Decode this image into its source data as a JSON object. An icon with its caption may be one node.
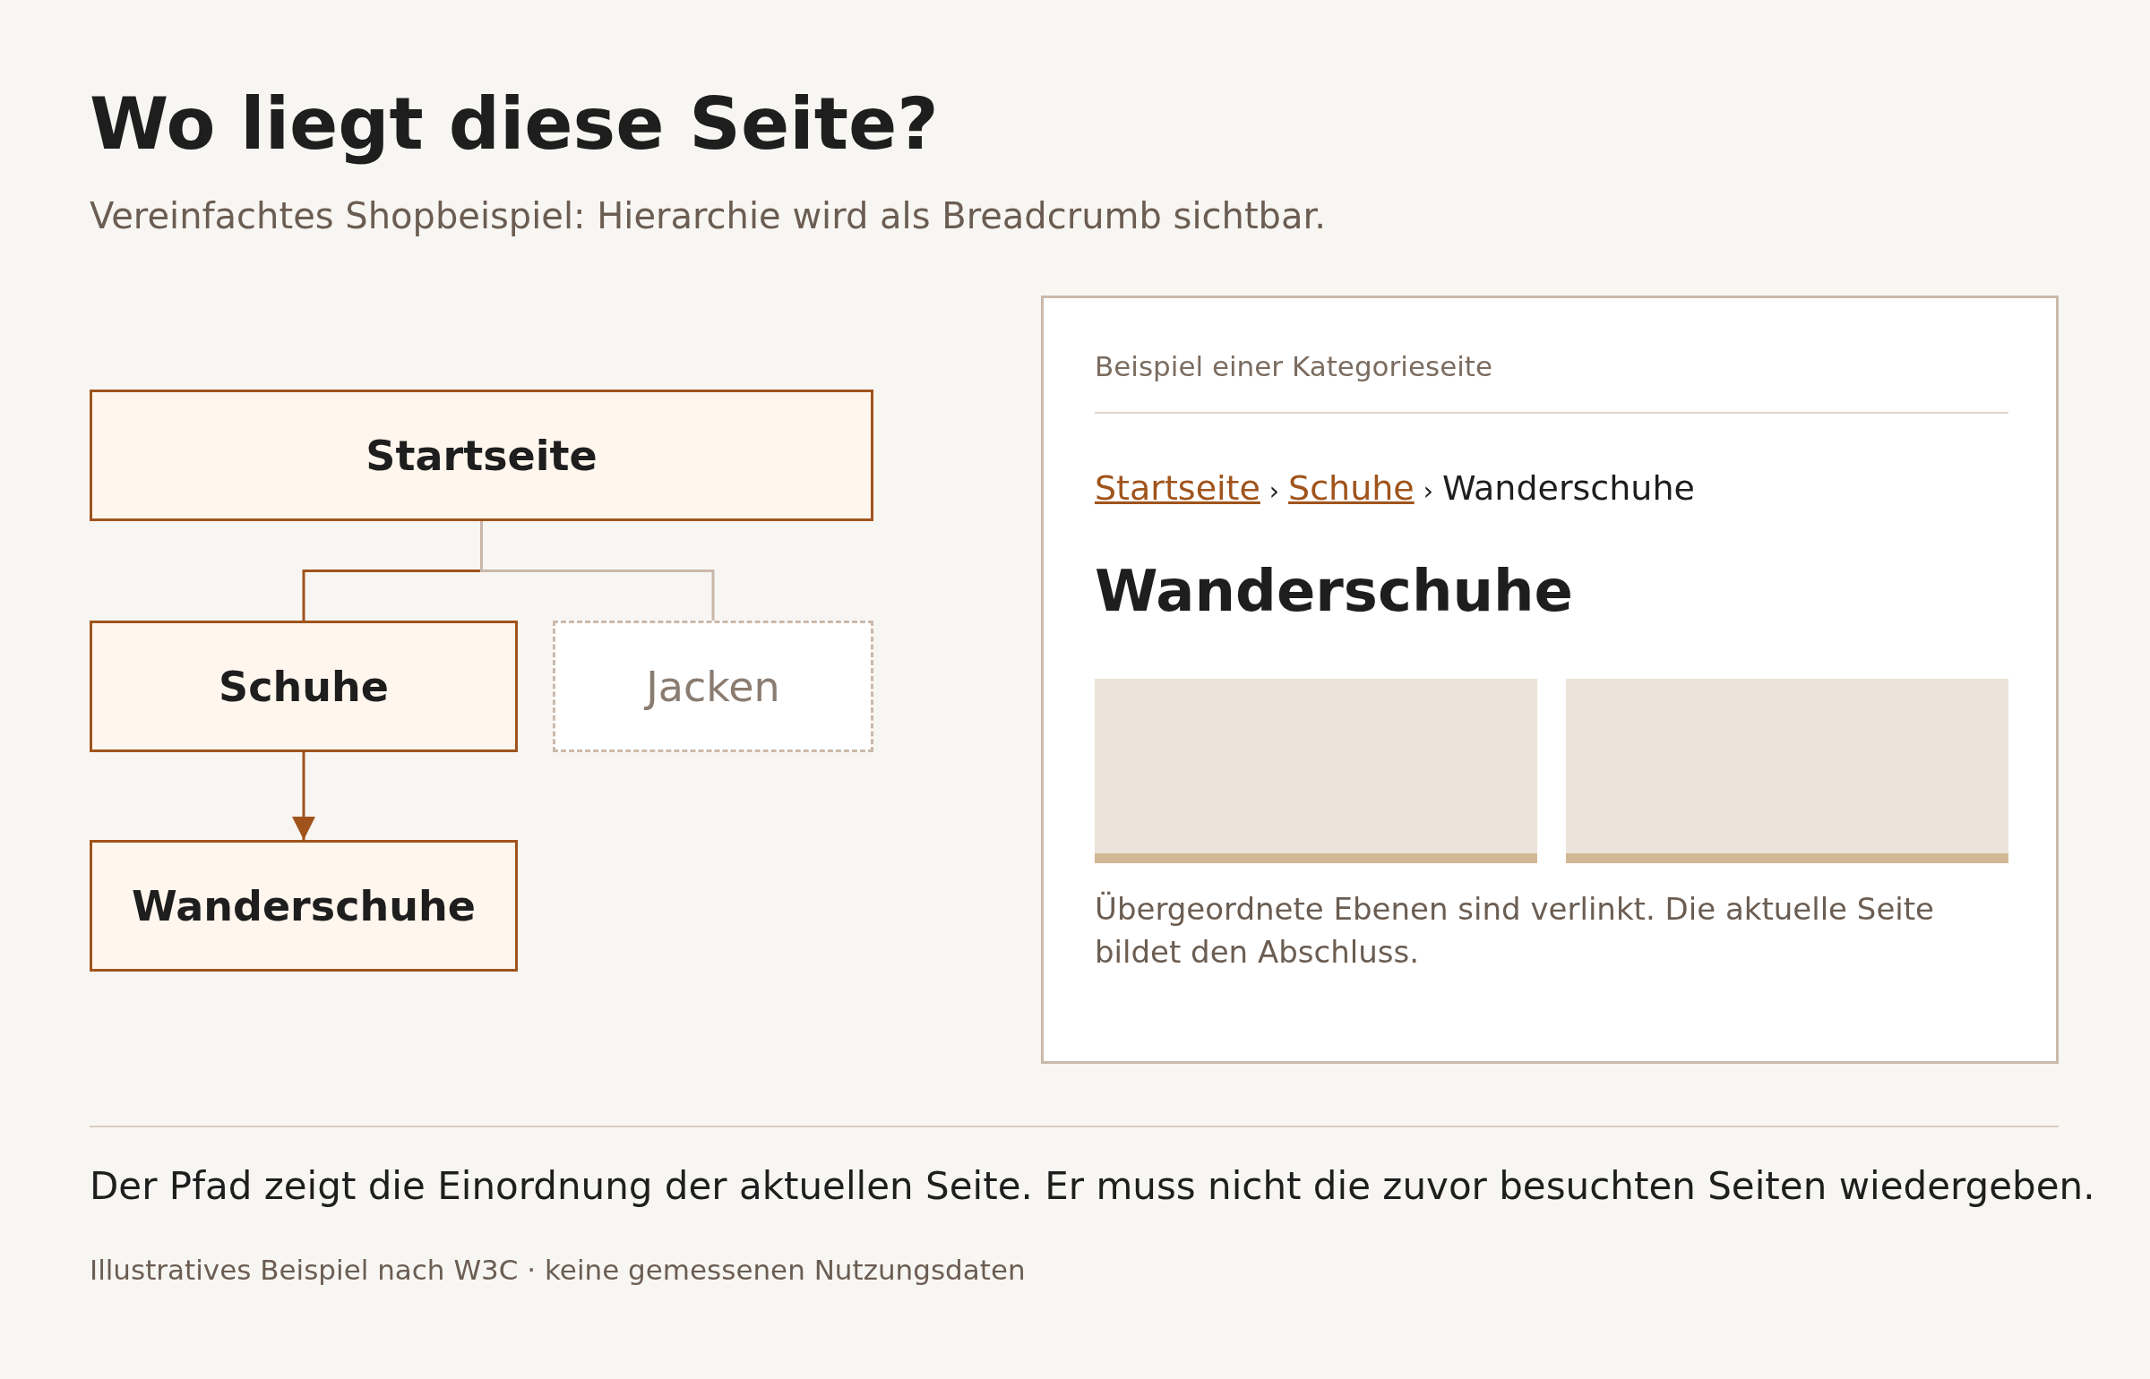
{
  "diagram": {
    "title": "Wo liegt diese Seite?",
    "nodes": [
      {
        "text": [
          "Startseite"
        ]
      },
      {
        "text": [
          "Schuhe"
        ]
      },
      {
        "text": [
          "Jacken"
        ]
      },
      {
        "text": [
          "Wanderschuhe"
        ]
      },
      {
        "text": [
          "Beispiel einer Kategorieseite",
          "Startseite",
          "›",
          "Schuhe",
          "›",
          "Wanderschuhe",
          "Wanderschuhe",
          "Übergeordnete Ebenen sind verlinkt. Die aktuelle Seite bildet den Abschluss."
        ]
      }
    ],
    "edges": [
      {
        "from": 0,
        "to": 1,
        "arrow": "none"
      },
      {
        "from": 0,
        "to": 2,
        "arrow": "none",
        "color": "#c9b8aa"
      },
      {
        "from": 1,
        "to": 3,
        "arrow": "to"
      }
    ],
    "labels": [
      "Vereinfachtes Shopbeispiel: Hierarchie wird als Breadcrumb sichtbar.",
      "Der Pfad zeigt die Einordnung der aktuellen Seite. Er muss nicht die zuvor besuchten Seiten wiedergeben.",
      "Illustratives Beispiel nach W3C · keine gemessenen Nutzungsdaten"
    ]
  }
}
